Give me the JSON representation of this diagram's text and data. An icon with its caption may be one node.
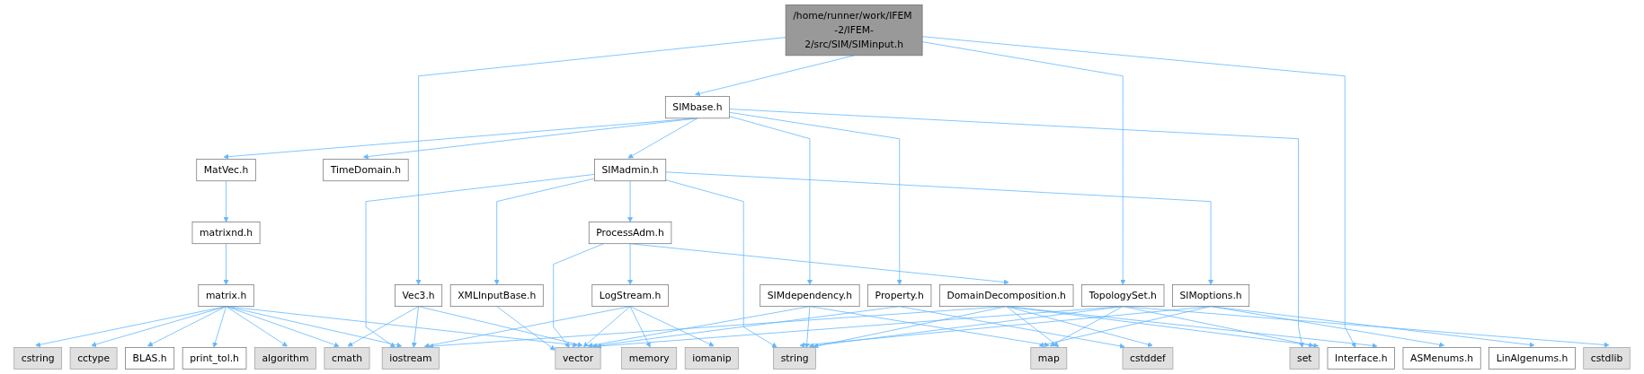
{
  "diagram": {
    "nodes": [
      {
        "text": [
          "/home/runner/work/IFEM -2/IFEM-2/src/SIM/SIMinput.h"
        ]
      },
      {
        "text": [
          "SIMbase.h"
        ]
      },
      {
        "text": [
          "MatVec.h"
        ]
      },
      {
        "text": [
          "TimeDomain.h"
        ]
      },
      {
        "text": [
          "SIMadmin.h"
        ]
      },
      {
        "text": [
          "matrixnd.h"
        ]
      },
      {
        "text": [
          "XMLInputBase.h"
        ]
      },
      {
        "text": [
          "ProcessAdm.h"
        ]
      },
      {
        "text": [
          "matrix.h"
        ]
      },
      {
        "text": [
          "Vec3.h"
        ]
      },
      {
        "text": [
          "LogStream.h"
        ]
      },
      {
        "text": [
          "SIMoptions.h"
        ]
      },
      {
        "text": [
          "SIMdependency.h"
        ]
      },
      {
        "text": [
          "Property.h"
        ]
      },
      {
        "text": [
          "TopologySet.h"
        ]
      },
      {
        "text": [
          "DomainDecomposition.h"
        ]
      },
      {
        "text": [
          "cstring"
        ]
      },
      {
        "text": [
          "cctype"
        ]
      },
      {
        "text": [
          "BLAS.h"
        ]
      },
      {
        "text": [
          "print_tol.h"
        ]
      },
      {
        "text": [
          "algorithm"
        ]
      },
      {
        "text": [
          "cmath"
        ]
      },
      {
        "text": [
          "iostream"
        ]
      },
      {
        "text": [
          "memory"
        ]
      },
      {
        "text": [
          "iomanip"
        ]
      },
      {
        "text": [
          "vector"
        ]
      },
      {
        "text": [
          "ASMenums.h"
        ]
      },
      {
        "text": [
          "LinAlgenums.h"
        ]
      },
      {
        "text": [
          "string"
        ]
      },
      {
        "text": [
          "map"
        ]
      },
      {
        "text": [
          "cstddef"
        ]
      },
      {
        "text": [
          "cstdlib"
        ]
      },
      {
        "text": [
          "set"
        ]
      },
      {
        "text": [
          "Interface.h"
        ]
      }
    ],
    "edges": [
      {
        "from": 0,
        "to": 1,
        "arrow": "to"
      },
      {
        "from": 0,
        "to": 9,
        "arrow": "to"
      },
      {
        "from": 0,
        "to": 14,
        "arrow": "to"
      },
      {
        "from": 0,
        "to": 33,
        "arrow": "to"
      },
      {
        "from": 1,
        "to": 2,
        "arrow": "to"
      },
      {
        "from": 1,
        "to": 3,
        "arrow": "to"
      },
      {
        "from": 1,
        "to": 4,
        "arrow": "to"
      },
      {
        "from": 1,
        "to": 12,
        "arrow": "to"
      },
      {
        "from": 1,
        "to": 13,
        "arrow": "to"
      },
      {
        "from": 1,
        "to": 32,
        "arrow": "to"
      },
      {
        "from": 2,
        "to": 5,
        "arrow": "to"
      },
      {
        "from": 5,
        "to": 8,
        "arrow": "to"
      },
      {
        "from": 4,
        "to": 22,
        "arrow": "to"
      },
      {
        "from": 4,
        "to": 6,
        "arrow": "to"
      },
      {
        "from": 4,
        "to": 7,
        "arrow": "to"
      },
      {
        "from": 4,
        "to": 11,
        "arrow": "to"
      },
      {
        "from": 4,
        "to": 28,
        "arrow": "to"
      },
      {
        "from": 6,
        "to": 25,
        "arrow": "to"
      },
      {
        "from": 7,
        "to": 10,
        "arrow": "to"
      },
      {
        "from": 7,
        "to": 25,
        "arrow": "to"
      },
      {
        "from": 7,
        "to": 15,
        "arrow": "to"
      },
      {
        "from": 8,
        "to": 16,
        "arrow": "to"
      },
      {
        "from": 8,
        "to": 17,
        "arrow": "to"
      },
      {
        "from": 8,
        "to": 18,
        "arrow": "to"
      },
      {
        "from": 8,
        "to": 19,
        "arrow": "to"
      },
      {
        "from": 8,
        "to": 20,
        "arrow": "to"
      },
      {
        "from": 8,
        "to": 21,
        "arrow": "to"
      },
      {
        "from": 8,
        "to": 22,
        "arrow": "to"
      },
      {
        "from": 8,
        "to": 25,
        "arrow": "to"
      },
      {
        "from": 9,
        "to": 21,
        "arrow": "to"
      },
      {
        "from": 9,
        "to": 22,
        "arrow": "to"
      },
      {
        "from": 9,
        "to": 25,
        "arrow": "to"
      },
      {
        "from": 10,
        "to": 22,
        "arrow": "to"
      },
      {
        "from": 10,
        "to": 23,
        "arrow": "to"
      },
      {
        "from": 10,
        "to": 24,
        "arrow": "to"
      },
      {
        "from": 10,
        "to": 25,
        "arrow": "to"
      },
      {
        "from": 11,
        "to": 26,
        "arrow": "to"
      },
      {
        "from": 11,
        "to": 27,
        "arrow": "to"
      },
      {
        "from": 11,
        "to": 28,
        "arrow": "to"
      },
      {
        "from": 11,
        "to": 29,
        "arrow": "to"
      },
      {
        "from": 12,
        "to": 25,
        "arrow": "to"
      },
      {
        "from": 12,
        "to": 28,
        "arrow": "to"
      },
      {
        "from": 12,
        "to": 29,
        "arrow": "to"
      },
      {
        "from": 13,
        "to": 25,
        "arrow": "to"
      },
      {
        "from": 13,
        "to": 30,
        "arrow": "to"
      },
      {
        "from": 14,
        "to": 25,
        "arrow": "to"
      },
      {
        "from": 14,
        "to": 28,
        "arrow": "to"
      },
      {
        "from": 14,
        "to": 29,
        "arrow": "to"
      },
      {
        "from": 14,
        "to": 31,
        "arrow": "to"
      },
      {
        "from": 14,
        "to": 32,
        "arrow": "to"
      },
      {
        "from": 15,
        "to": 22,
        "arrow": "to"
      },
      {
        "from": 15,
        "to": 28,
        "arrow": "to"
      },
      {
        "from": 15,
        "to": 29,
        "arrow": "to"
      },
      {
        "from": 15,
        "to": 30,
        "arrow": "to"
      },
      {
        "from": 15,
        "to": 32,
        "arrow": "to"
      },
      {
        "from": 15,
        "to": 33,
        "arrow": "to"
      }
    ]
  }
}
